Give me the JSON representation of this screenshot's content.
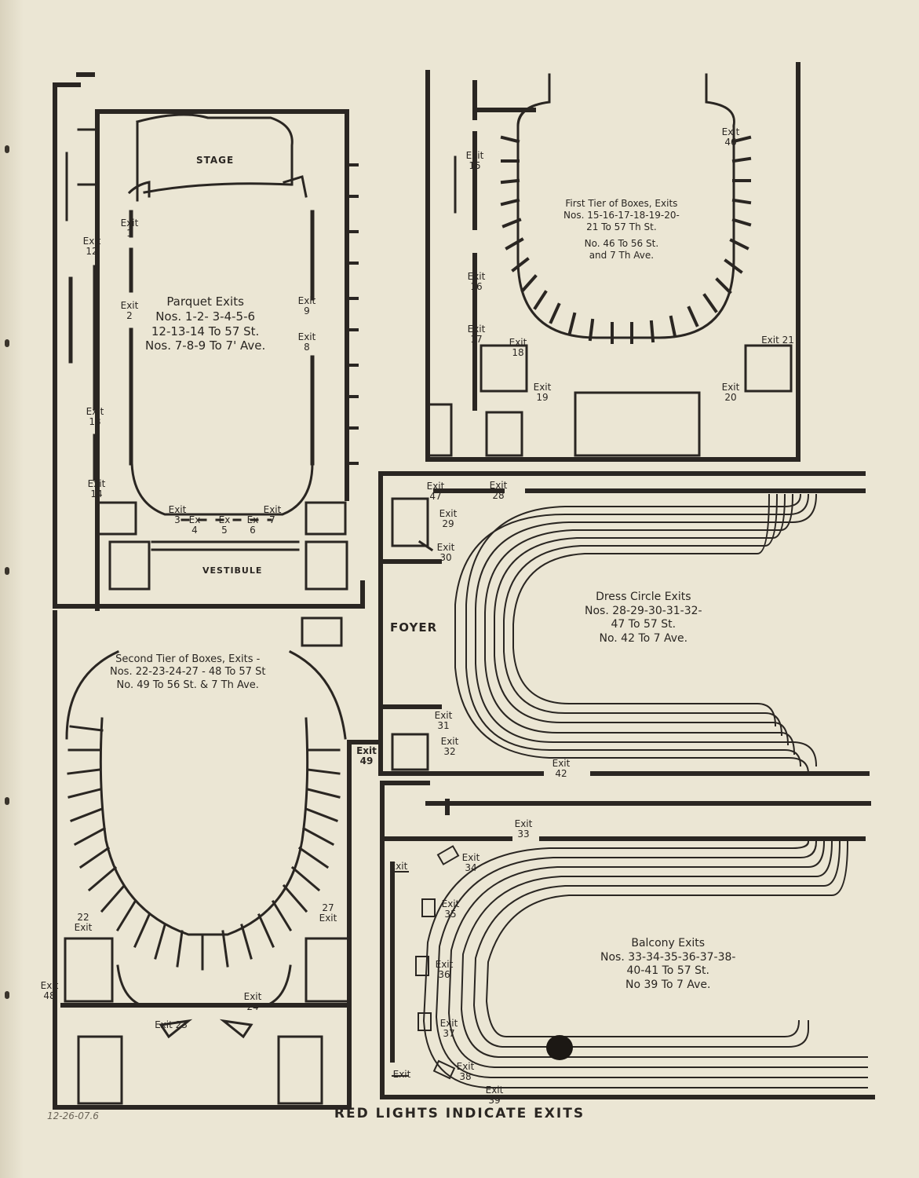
{
  "colors": {
    "paper": "#ebe6d4",
    "ink": "#2a2622",
    "stain": "#1c1814"
  },
  "rooms": {
    "stage": "STAGE",
    "vestibule": "VESTIBULE",
    "foyer": "FOYER"
  },
  "parquet": {
    "title": "Parquet Exits",
    "l1": "Nos. 1-2- 3-4-5-6",
    "l2": "12-13-14 To 57 St.",
    "l3": "Nos. 7-8-9 To 7' Ave."
  },
  "first_tier": {
    "title": "First Tier of Boxes, Exits",
    "l1": "Nos. 15-16-17-18-19-20-",
    "l2": "21 To 57 Th St.",
    "l3": "No. 46 To 56 St.",
    "l4": "and 7 Th Ave."
  },
  "second_tier": {
    "title": "Second Tier of Boxes, Exits -",
    "l1": "Nos. 22-23-24-27 - 48 To 57 St",
    "l2": "No. 49 To 56 St. & 7 Th Ave."
  },
  "dress_circle": {
    "title": "Dress Circle Exits",
    "l1": "Nos. 28-29-30-31-32-",
    "l2": "47 To 57 St.",
    "l3": "No. 42 To 7 Ave."
  },
  "balcony": {
    "title": "Balcony Exits",
    "l1": "Nos. 33-34-35-36-37-38-",
    "l2": "40-41 To 57 St.",
    "l3": "No 39 To 7 Ave."
  },
  "exits": {
    "e1": "Exit 1",
    "e2": "Exit 2",
    "e3": "Exit 3",
    "e4": "Ex 4",
    "e5": "Ex 5",
    "e6": "Ex 6",
    "e7": "Exit 7",
    "e8": "Exit 8",
    "e9": "Exit 9",
    "e12": "Exit 12",
    "e13": "Exit 13",
    "e14": "Exit 14",
    "e15": "Exit 15",
    "e16": "Exit 16",
    "e17": "Exit 17",
    "e18": "Exit 18",
    "e19": "Exit 19",
    "e20": "Exit 20",
    "e21": "Exit 21",
    "e46": "Exit 46",
    "e22": "22 Exit",
    "e23": "Exit 23",
    "e24": "Exit 24",
    "e27": "27 Exit",
    "e48": "Exit 48",
    "e49": "Exit 49",
    "e28": "Exit 28",
    "e29": "Exit 29",
    "e30": "Exit 30",
    "e31": "Exit 31",
    "e32": "Exit 32",
    "e42": "Exit 42",
    "e47": "Exit 47",
    "e33": "Exit 33",
    "e34": "Exit 34",
    "e35": "Exit 35",
    "e36": "Exit 36",
    "e37": "Exit 37",
    "e38": "Exit 38",
    "e39": "Exit 39",
    "ebal1": "Exit",
    "ebal2": "Exit"
  },
  "footer": "RED LIGHTS INDICATE EXITS",
  "note": "12-26-07.6"
}
